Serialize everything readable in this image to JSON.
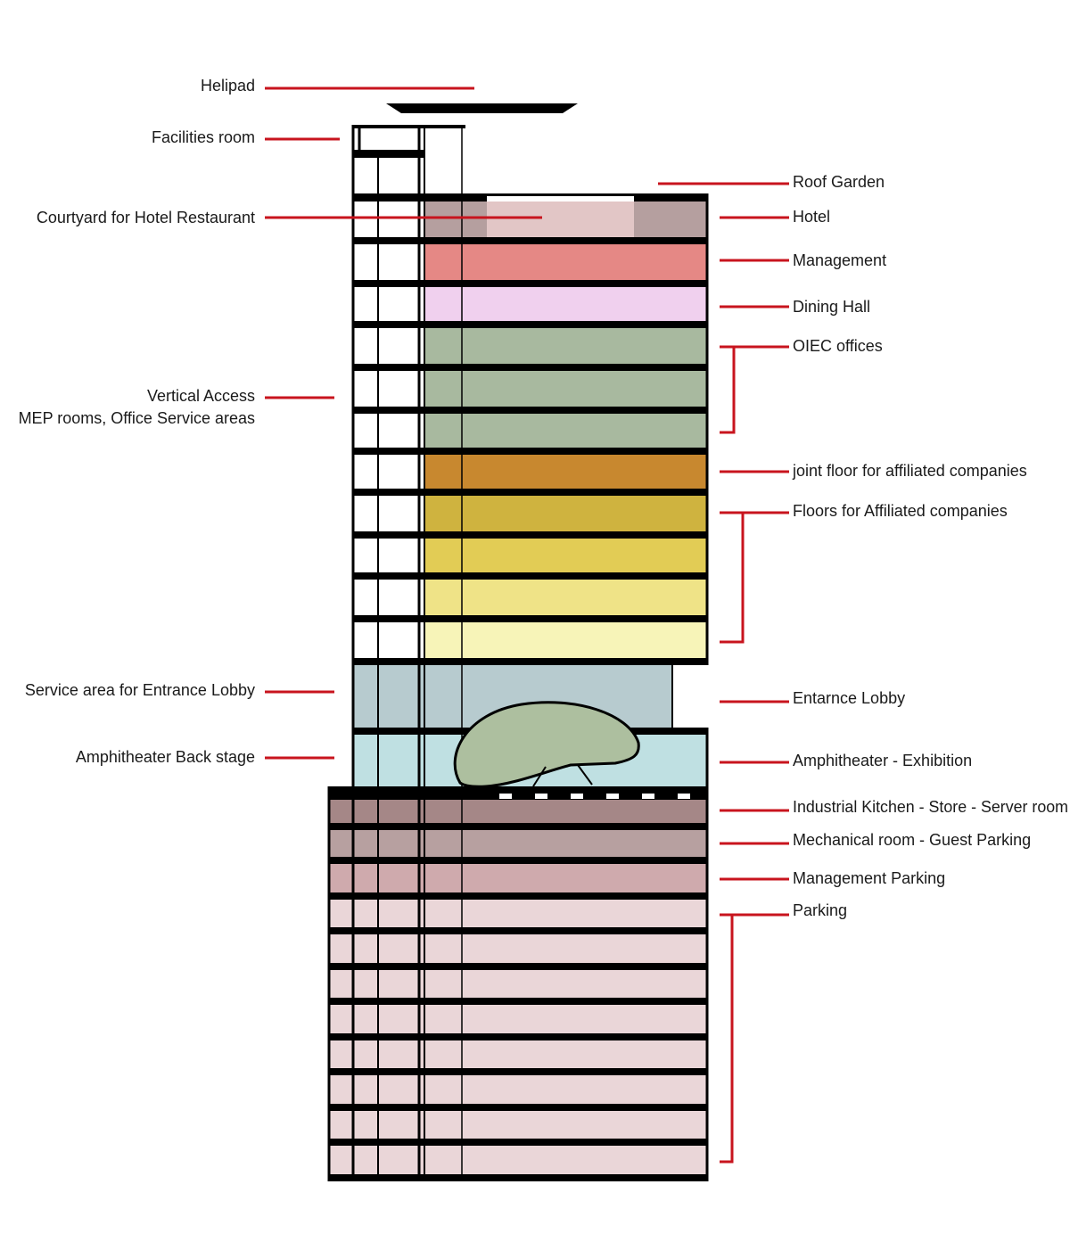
{
  "colors": {
    "leader": "#c8141e",
    "slab": "#000000",
    "hotel": "#e2c6c6",
    "hotel_side": "#b59f9f",
    "management": "#e58885",
    "dining": "#f0d0ee",
    "oiec": "#a8b99f",
    "joint": "#c8882f",
    "affiliated": [
      "#cfb33f",
      "#e2cc55",
      "#efe387",
      "#f7f4b8"
    ],
    "lobby": "#b7cbcf",
    "amphitheater": "#bfe0e2",
    "stage_blob": "#adbf9f",
    "kitchen": "#a58787",
    "mechanical": "#b7a0a0",
    "mgmt_parking": "#cfaaad",
    "parking": "#ead6d8"
  },
  "labels_left": {
    "helipad": "Helipad",
    "facilities": "Facilities room",
    "courtyard": "Courtyard for Hotel Restaurant",
    "vertical_access": "Vertical Access",
    "mep": "MEP rooms, Office Service areas",
    "lobby_service": "Service area for Entrance Lobby",
    "amph_backstage": "Amphitheater Back stage"
  },
  "labels_right": {
    "roof_garden": "Roof Garden",
    "hotel": "Hotel",
    "management": "Management",
    "dining": "Dining Hall",
    "oiec": "OIEC offices",
    "joint": "joint floor for affiliated companies",
    "affiliated": "Floors for Affiliated companies",
    "lobby": "Entarnce Lobby",
    "amphitheater": "Amphitheater - Exhibition",
    "kitchen": "Industrial Kitchen - Store - Server room",
    "mechanical": "Mechanical room - Guest Parking",
    "mgmt_parking": "Management Parking",
    "parking": "Parking"
  }
}
